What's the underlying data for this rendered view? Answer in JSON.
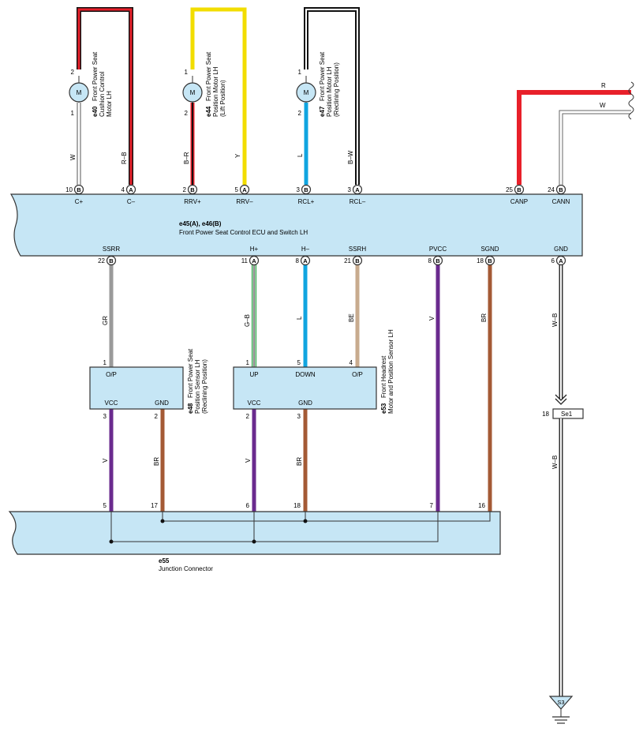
{
  "colors": {
    "ecu_fill": "#c6e6f5",
    "red": "#e8202a",
    "black": "#111111",
    "yellow": "#f2dd00",
    "blue": "#10a5e0",
    "gray": "#9a9a9a",
    "green": "#1e9d3b",
    "tan": "#c8ab8e",
    "violet": "#6a2a8e",
    "brown": "#a45a35"
  },
  "ecu": {
    "code": "e45(A), e46(B)",
    "name": "Front Power Seat Control ECU and Switch LH",
    "top_pins": [
      {
        "num": "10",
        "conn": "B",
        "label": "C+"
      },
      {
        "num": "4",
        "conn": "A",
        "label": "C–"
      },
      {
        "num": "2",
        "conn": "B",
        "label": "RRV+"
      },
      {
        "num": "5",
        "conn": "A",
        "label": "RRV–"
      },
      {
        "num": "3",
        "conn": "B",
        "label": "RCL+"
      },
      {
        "num": "3",
        "conn": "A",
        "label": "RCL–"
      },
      {
        "num": "25",
        "conn": "B",
        "label": "CANP"
      },
      {
        "num": "24",
        "conn": "B",
        "label": "CANN"
      }
    ],
    "bottom_pins": [
      {
        "num": "22",
        "conn": "B",
        "label": "SSRR"
      },
      {
        "num": "11",
        "conn": "A",
        "label": "H+"
      },
      {
        "num": "8",
        "conn": "A",
        "label": "H–"
      },
      {
        "num": "21",
        "conn": "B",
        "label": "SSRH"
      },
      {
        "num": "8",
        "conn": "B",
        "label": "PVCC"
      },
      {
        "num": "18",
        "conn": "B",
        "label": "SGND"
      },
      {
        "num": "6",
        "conn": "A",
        "label": "GND"
      }
    ]
  },
  "motors": [
    {
      "code": "e40",
      "line1": "Front Power Seat",
      "line2": "Cushion Control",
      "line3": "Motor LH",
      "pin_top": "2",
      "pin_bot": "1",
      "symbol": "M",
      "wire_top": "R–B",
      "wire_bot": "W"
    },
    {
      "code": "e44",
      "line1": "Front Power Seat",
      "line2": "Position Motor LH",
      "line3": "(Lift Position)",
      "pin_top": "1",
      "pin_bot": "2",
      "symbol": "M",
      "wire_top": "Y",
      "wire_bot": "B–R"
    },
    {
      "code": "e47",
      "line1": "Front Power Seat",
      "line2": "Position Motor LH",
      "line3": "(Reclining Position)",
      "pin_top": "1",
      "pin_bot": "2",
      "symbol": "M",
      "wire_top": "B–W",
      "wire_bot": "L"
    }
  ],
  "can_wires": {
    "r": "R",
    "w": "W"
  },
  "wires_mid": {
    "ssrr": "GR",
    "hplus": "G–B",
    "hminus": "L",
    "ssrh": "BE",
    "pvcc": "V",
    "sgnd": "BR",
    "gnd": "W–B",
    "gnd2": "W–B"
  },
  "sensor_e48": {
    "code": "e48",
    "line1": "Front Power Seat",
    "line2": "Position Sensor LH",
    "line3": "(Reclining Position)",
    "op": "O/P",
    "vcc": "VCC",
    "gnd": "GND",
    "pin_op": "1",
    "pin_vcc": "3",
    "pin_gnd": "2",
    "wire_vcc": "V",
    "wire_gnd": "BR"
  },
  "sensor_e53": {
    "code": "e53",
    "line1": "Front Headrest",
    "line2": "Motor and Position Sensor LH",
    "up": "UP",
    "down": "DOWN",
    "op": "O/P",
    "vcc": "VCC",
    "gnd": "GND",
    "pin_up": "1",
    "pin_down": "5",
    "pin_op": "4",
    "pin_vcc": "2",
    "pin_gnd": "3",
    "wire_vcc": "V",
    "wire_gnd": "BR"
  },
  "junction": {
    "code": "e55",
    "name": "Junction Connector",
    "pins": [
      "5",
      "17",
      "6",
      "18",
      "7",
      "16"
    ]
  },
  "connector_se1": {
    "label": "Se1",
    "pin": "18"
  },
  "ground": {
    "label": "S3"
  }
}
